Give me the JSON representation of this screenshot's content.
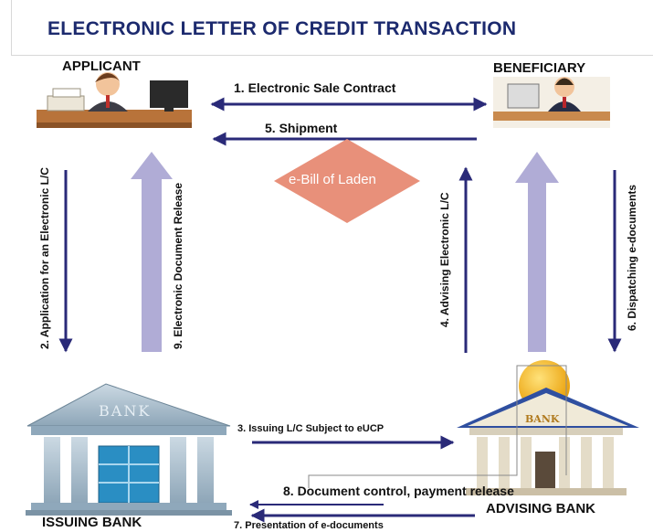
{
  "title": "ELECTRONIC LETTER OF CREDIT TRANSACTION",
  "parties": {
    "applicant": "APPLICANT",
    "beneficiary": "BENEFICIARY",
    "issuing_bank": "ISSUING BANK",
    "advising_bank": "ADVISING BANK"
  },
  "bank_signs": {
    "issuing": "BANK",
    "advising": "BANK"
  },
  "document": "e-Bill of Laden",
  "steps": {
    "s1": "1. Electronic Sale Contract",
    "s2": "2. Application for an Electronic L/C",
    "s3": "3. Issuing L/C Subject to eUCP",
    "s4": "4. Advising Electronic L/C",
    "s5": "5. Shipment",
    "s6": "6. Dispatching e-documents",
    "s7": "7. Presentation of e-documents",
    "s8": "8. Document control, payment release",
    "s9": "9. Electronic Document Release"
  },
  "colors": {
    "title": "#1c2a6e",
    "arrow": "#2a2a78",
    "wide_arrow": "#b0acd6",
    "diamond": "#e8907a",
    "bank_stone": "#9fb6c6",
    "advising_roof": "#2f4fa0",
    "coin": "#f4b41a"
  }
}
